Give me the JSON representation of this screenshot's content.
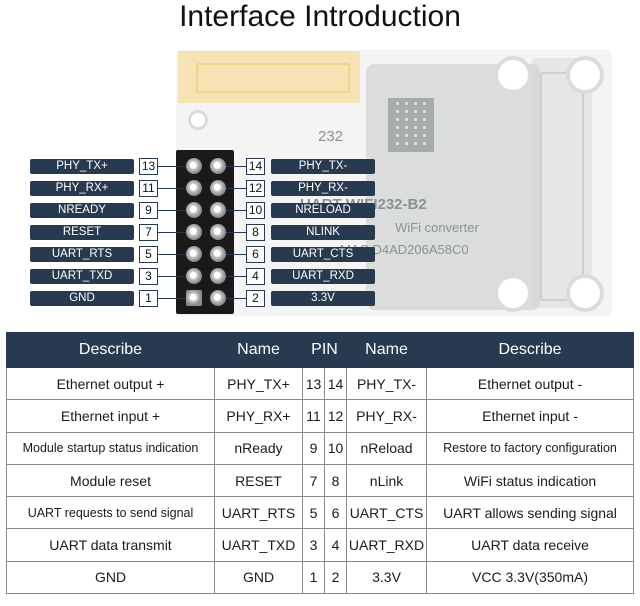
{
  "title": "Interface Introduction",
  "board": {
    "label_model": "UART WIFI232-B2",
    "label_type": "WiFi converter",
    "label_mac": "MAC D4AD206A58C0",
    "label_mark": "232"
  },
  "pins_left": [
    {
      "name": "PHY_TX+",
      "num": "13"
    },
    {
      "name": "PHY_RX+",
      "num": "11"
    },
    {
      "name": "NREADY",
      "num": "9"
    },
    {
      "name": "RESET",
      "num": "7"
    },
    {
      "name": "UART_RTS",
      "num": "5"
    },
    {
      "name": "UART_TXD",
      "num": "3"
    },
    {
      "name": "GND",
      "num": "1"
    }
  ],
  "pins_right": [
    {
      "name": "PHY_TX-",
      "num": "14"
    },
    {
      "name": "PHY_RX-",
      "num": "12"
    },
    {
      "name": "NRELOAD",
      "num": "10"
    },
    {
      "name": "NLINK",
      "num": "8"
    },
    {
      "name": "UART_CTS",
      "num": "6"
    },
    {
      "name": "UART_RXD",
      "num": "4"
    },
    {
      "name": "3.3V",
      "num": "2"
    }
  ],
  "table": {
    "headers": [
      "Describe",
      "Name",
      "PIN",
      "Name",
      "Describe"
    ],
    "rows": [
      [
        "Ethernet output +",
        "PHY_TX+",
        "13",
        "14",
        "PHY_TX-",
        "Ethernet output -"
      ],
      [
        "Ethernet input +",
        "PHY_RX+",
        "11",
        "12",
        "PHY_RX-",
        "Ethernet input -"
      ],
      [
        "Module startup status indication",
        "nReady",
        "9",
        "10",
        "nReload",
        "Restore to factory configuration"
      ],
      [
        "Module reset",
        "RESET",
        "7",
        "8",
        "nLink",
        "WiFi status indication"
      ],
      [
        "UART requests to send signal",
        "UART_RTS",
        "5",
        "6",
        "UART_CTS",
        "UART allows sending signal"
      ],
      [
        "UART data transmit",
        "UART_TXD",
        "3",
        "4",
        "UART_RXD",
        "UART data receive"
      ],
      [
        "GND",
        "GND",
        "1",
        "2",
        "3.3V",
        "VCC 3.3V(350mA)"
      ]
    ]
  }
}
